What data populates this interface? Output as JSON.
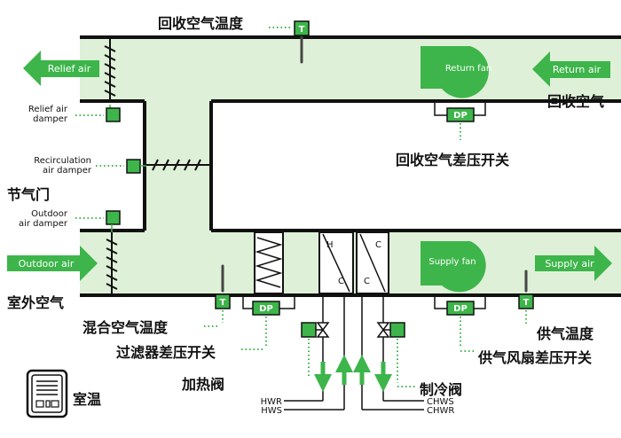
{
  "labels": {
    "return_air_temp": "回收空气温度",
    "return_air": "回收空气",
    "return_dp_switch": "回收空气差压开关",
    "economizer": "节气门",
    "outdoor_air_section": "室外空气",
    "mixed_air_temp": "混合空气温度",
    "filter_dp_switch": "过滤器差压开关",
    "heating_valve": "加热阀",
    "room_temp": "室温",
    "cooling_valve": "制冷阀",
    "supply_air_temp": "供气温度",
    "supply_fan_dp_switch": "供气风扇差压开关",
    "relief_air_damper": [
      "Relief air",
      "damper"
    ],
    "recirculation_air_damper": [
      "Recirculation",
      "air damper"
    ],
    "outdoor_air_damper": [
      "Outdoor",
      "air damper"
    ],
    "hwr": "HWR",
    "hws": "HWS",
    "chws": "CHWS",
    "chwr": "CHWR"
  },
  "arrows": {
    "relief_air": "Relief air",
    "return_air": "Return air",
    "outdoor_air": "Outdoor air",
    "supply_air": "Supply air"
  },
  "fans": {
    "return_fan": "Return fan",
    "supply_fan": "Supply fan"
  },
  "sensor_marks": {
    "temperature": "T",
    "differential_pressure": "DP"
  },
  "coil_marks": {
    "heating": "H",
    "cooling": "C"
  },
  "colors": {
    "duct_fill": "#dff0d8",
    "green": "#3db54a",
    "duct_wall": "#111111"
  }
}
